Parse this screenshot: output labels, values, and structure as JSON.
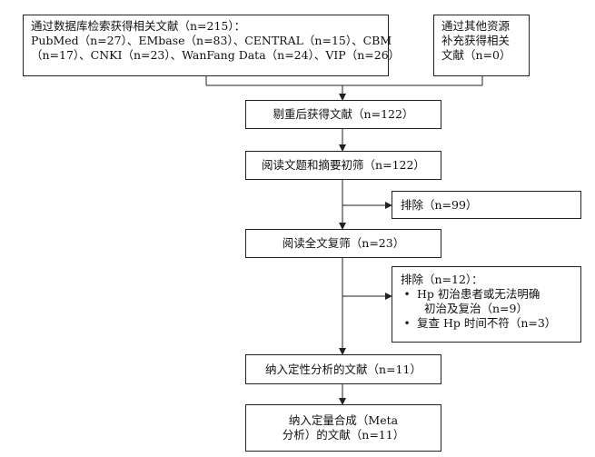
{
  "boxes": {
    "database": {
      "lines": [
        "通过数据库检索获得相关文献（n=215）：",
        "PubMed（n=27）、EMbase（n=83）、CENTRAL（n=15）、CBM",
        "（n=17）、CNKI（n=23）、WanFang Data（n=24）、VIP（n=26）"
      ]
    },
    "other": {
      "lines": [
        "通过其他资源",
        "补充获得相关",
        "文献（n=0）"
      ]
    },
    "dedup": {
      "text": "剔重后获得文献（n=122）"
    },
    "title_abstract": {
      "text": "阅读文题和摘要初筛（n=122）"
    },
    "exclude1": {
      "text": "排除（n=99）"
    },
    "fulltext": {
      "text": "阅读全文复筛（n=23）"
    },
    "exclude2": {
      "title": "排除（n=12）：",
      "bullet_symbol": "•",
      "items": [
        {
          "line1": "Hp 初治患者或无法明确",
          "line2": "初治及复治（n=9）"
        },
        {
          "line1": "复查 Hp 时间不符（n=3）"
        }
      ]
    },
    "qualitative": {
      "text": "纳入定性分析的文献（n=11）"
    },
    "quantitative": {
      "lines": [
        "纳入定量合成（Meta",
        "分析）的文献（n=11）"
      ]
    }
  }
}
